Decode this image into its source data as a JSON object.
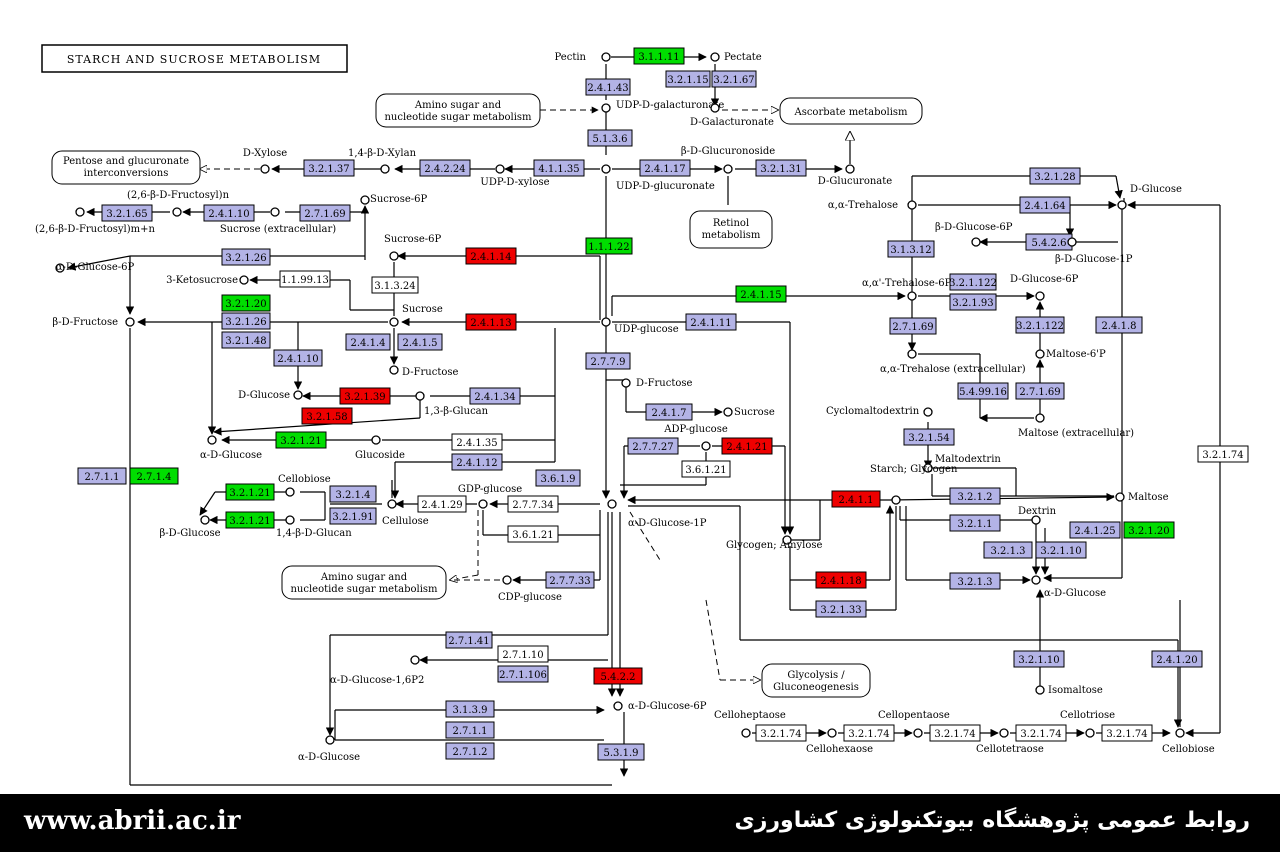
{
  "title": "STARCH AND SUCROSE METABOLISM",
  "colors": {
    "enzyme_default": "#b3b3e6",
    "enzyme_green": "#00dd00",
    "enzyme_red": "#ee0000",
    "enzyme_plain": "#ffffff",
    "footer_bg": "#000000"
  },
  "footer": {
    "url": "www.abrii.ac.ir",
    "organization": "روابط عمومی پژوهشگاه بیوتکنولوژی کشاورزی"
  },
  "pathway_links": [
    {
      "label": "Amino sugar and nucleotide sugar metabolism"
    },
    {
      "label": "Ascorbate metabolism"
    },
    {
      "label": "Pentose and glucuronate interconversions"
    },
    {
      "label": "Retinol metabolism"
    },
    {
      "label": "Amino sugar and nucleotide sugar metabolism"
    },
    {
      "label": "Glycolysis / Gluconeogenesis"
    }
  ],
  "compounds": [
    "Pectin",
    "Pectate",
    "UDP-D-galacturonate",
    "D-Galacturonate",
    "D-Xylose",
    "1,4-β-D-Xylan",
    "UDP-D-xylose",
    "β-D-Glucuronoside",
    "UDP-D-glucuronate",
    "D-Glucuronate",
    "(2,6-β-D-Fructosyl)n",
    "(2,6-β-D-Fructosyl)m+n",
    "Sucrose-6P",
    "Sucrose (extracellular)",
    "α-D-Glucose-6P",
    "Sucrose-6P",
    "3-Ketosucrose",
    "β-D-Fructose",
    "Sucrose",
    "D-Fructose",
    "D-Glucose",
    "1,3-β-Glucan",
    "α-D-Glucose",
    "Glucoside",
    "UDP-glucose",
    "D-Fructose",
    "Sucrose",
    "ADP-glucose",
    "GDP-glucose",
    "Cellobiose",
    "Cellulose",
    "β-D-Glucose",
    "1,4-β-D-Glucan",
    "α-D-Glucose-1P",
    "CDP-glucose",
    "α-D-Glucose-1,6P2",
    "α-D-Glucose-6P",
    "α-D-Glucose",
    "D-Glucose",
    "α,α-Trehalose",
    "β-D-Glucose-6P",
    "β-D-Glucose-1P",
    "α,α'-Trehalose-6P",
    "D-Glucose-6P",
    "α,α-Trehalose (extracellular)",
    "Maltose-6'P",
    "Maltose (extracellular)",
    "Cyclomaltodextrin",
    "Maltodextrin",
    "Starch; Glycogen",
    "Maltose",
    "Glycogen; Amylose",
    "Dextrin",
    "α-D-Glucose",
    "Isomaltose",
    "Cellobiose",
    "Celloheptaose",
    "Cellohexaose",
    "Cellopentaose",
    "Cellotetraose",
    "Cellotriose"
  ],
  "enzymes": [
    "3.1.1.11",
    "2.4.1.43",
    "3.2.1.15",
    "3.2.1.67",
    "5.1.3.6",
    "3.2.1.37",
    "2.4.2.24",
    "4.1.1.35",
    "2.4.1.17",
    "3.2.1.31",
    "3.2.1.65",
    "2.4.1.10",
    "2.7.1.69",
    "3.2.1.26",
    "2.4.1.14",
    "3.1.3.24",
    "1.1.99.13",
    "3.2.1.20",
    "3.2.1.26",
    "3.2.1.48",
    "2.4.1.13",
    "2.4.1.4",
    "2.4.1.5",
    "2.4.1.10",
    "3.2.1.39",
    "3.2.1.58",
    "2.4.1.34",
    "3.2.1.21",
    "2.4.1.35",
    "2.4.1.12",
    "2.7.1.1",
    "2.7.1.4",
    "1.1.1.22",
    "2.4.1.15",
    "2.4.1.11",
    "2.7.7.9",
    "2.4.1.7",
    "2.7.7.27",
    "2.4.1.21",
    "3.6.1.21",
    "3.6.1.9",
    "3.2.1.4",
    "3.2.1.21",
    "3.2.1.91",
    "3.2.1.21",
    "2.4.1.29",
    "2.7.7.34",
    "3.6.1.21",
    "2.7.7.33",
    "2.7.1.41",
    "2.7.1.10",
    "2.7.1.106",
    "5.4.2.2",
    "3.1.3.9",
    "2.7.1.1",
    "2.7.1.2",
    "5.3.1.9",
    "3.2.1.28",
    "2.4.1.64",
    "3.1.3.12",
    "5.4.2.6",
    "3.2.1.122",
    "3.2.1.93",
    "2.7.1.69",
    "3.2.1.122",
    "2.4.1.8",
    "5.4.99.16",
    "2.7.1.69",
    "3.2.1.54",
    "3.2.1.2",
    "2.4.1.1",
    "3.2.1.1",
    "3.2.1.3",
    "3.2.1.10",
    "2.4.1.25",
    "3.2.1.20",
    "2.4.1.18",
    "3.2.1.33",
    "3.2.1.3",
    "3.2.1.10",
    "2.4.1.20",
    "3.2.1.74",
    "3.2.1.74",
    "3.2.1.74",
    "3.2.1.74",
    "3.2.1.74",
    "3.2.1.74"
  ]
}
